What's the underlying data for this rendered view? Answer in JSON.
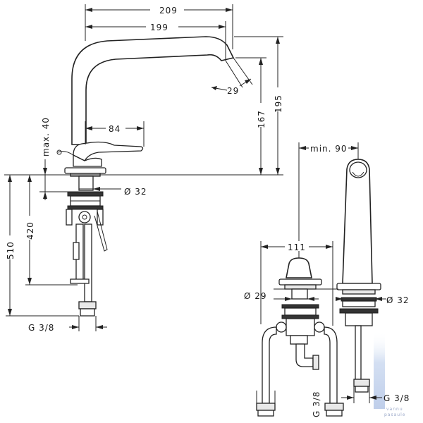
{
  "dimensions": {
    "width_209": "209",
    "width_199": "199",
    "spout_angle": "29",
    "height_195": "195",
    "height_167": "167",
    "handle_84": "84",
    "max_40": "max. 40",
    "diameter_32_left": "Ø 32",
    "depth_420": "420",
    "depth_510": "510",
    "thread_left": "G 3/8",
    "min_90": "min. 90",
    "width_111": "111",
    "diameter_29": "Ø 29",
    "diameter_32_right": "Ø 32",
    "thread_bottom_left": "G 3/8",
    "thread_bottom_right": "G 3/8"
  },
  "watermark": {
    "line1": "vannu",
    "line2": "pasaule"
  },
  "colors": {
    "line": "#222222",
    "watermark_blue": "#c9d8ef"
  }
}
